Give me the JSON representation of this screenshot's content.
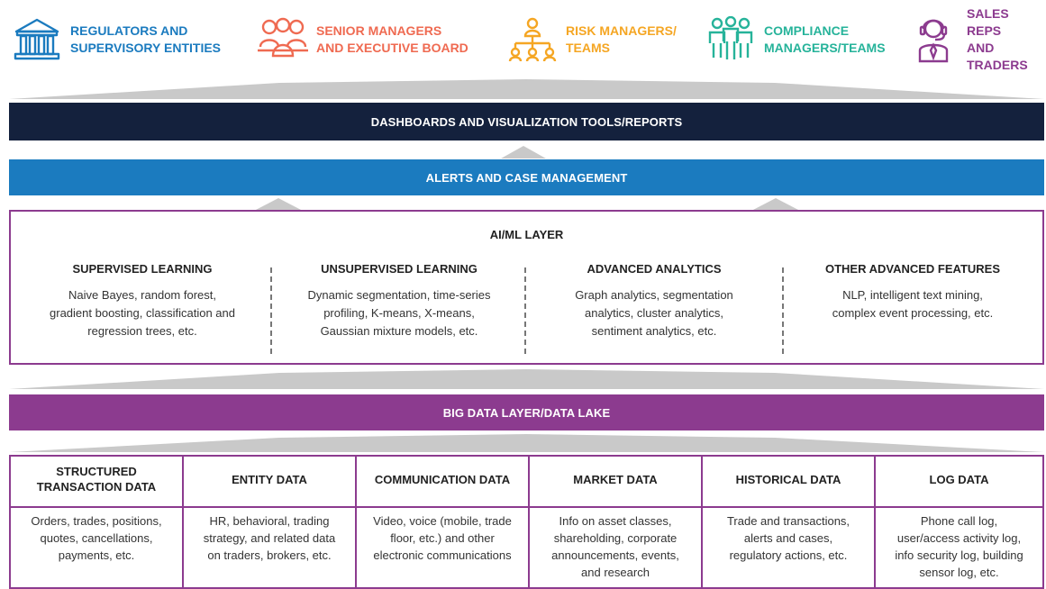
{
  "stakeholders": [
    {
      "label_line1": "REGULATORS AND",
      "label_line2": "SUPERVISORY ENTITIES",
      "color": "#1b7bbf",
      "icon": "building-icon"
    },
    {
      "label_line1": "SENIOR MANAGERS",
      "label_line2": "AND EXECUTIVE BOARD",
      "color": "#ef6a51",
      "icon": "group-icon"
    },
    {
      "label_line1": "RISK MANAGERS/",
      "label_line2": "TEAMS",
      "color": "#f5a623",
      "icon": "hierarchy-icon"
    },
    {
      "label_line1": "COMPLIANCE",
      "label_line2": "MANAGERS/TEAMS",
      "color": "#26b39a",
      "icon": "people-icon"
    },
    {
      "label_line1": "SALES REPS",
      "label_line2": "AND TRADERS",
      "color": "#8c3b8f",
      "icon": "headset-person-icon"
    }
  ],
  "bands": {
    "dashboards": {
      "label": "DASHBOARDS AND VISUALIZATION TOOLS/REPORTS",
      "color": "#14213d"
    },
    "alerts": {
      "label": "ALERTS AND CASE MANAGEMENT",
      "color": "#1b7bbf"
    },
    "big_data": {
      "label": "BIG DATA LAYER/DATA LAKE",
      "color": "#8c3b8f"
    }
  },
  "ai_layer": {
    "title": "AI/ML LAYER",
    "columns": [
      {
        "heading": "SUPERVISED LEARNING",
        "lines": [
          "Naive Bayes, random forest,",
          "gradient boosting, classification and",
          "regression trees, etc."
        ]
      },
      {
        "heading": "UNSUPERVISED LEARNING",
        "lines": [
          "Dynamic segmentation, time-series",
          "profiling, K-means, X-means,",
          "Gaussian mixture models, etc."
        ]
      },
      {
        "heading": "ADVANCED ANALYTICS",
        "lines": [
          "Graph analytics, segmentation",
          "analytics, cluster analytics,",
          "sentiment analytics, etc."
        ]
      },
      {
        "heading": "OTHER ADVANCED FEATURES",
        "lines": [
          "NLP, intelligent text mining,",
          "complex event processing, etc."
        ]
      }
    ]
  },
  "data_sources": [
    {
      "heading": [
        "STRUCTURED",
        "TRANSACTION DATA"
      ],
      "lines": [
        "Orders, trades, positions,",
        "quotes, cancellations,",
        "payments, etc."
      ]
    },
    {
      "heading": [
        "ENTITY DATA"
      ],
      "lines": [
        "HR, behavioral, trading",
        "strategy, and related data",
        "on traders, brokers, etc."
      ]
    },
    {
      "heading": [
        "COMMUNICATION DATA"
      ],
      "lines": [
        "Video, voice (mobile, trade",
        "floor, etc.) and other",
        "electronic communications"
      ]
    },
    {
      "heading": [
        "MARKET DATA"
      ],
      "lines": [
        "Info on asset classes,",
        "shareholding, corporate",
        "announcements, events,",
        "and research"
      ]
    },
    {
      "heading": [
        "HISTORICAL DATA"
      ],
      "lines": [
        "Trade and transactions,",
        "alerts and cases,",
        "regulatory actions, etc."
      ]
    },
    {
      "heading": [
        "LOG DATA"
      ],
      "lines": [
        "Phone call log,",
        "user/access activity log,",
        "info security log, building",
        "sensor log, etc."
      ]
    }
  ]
}
